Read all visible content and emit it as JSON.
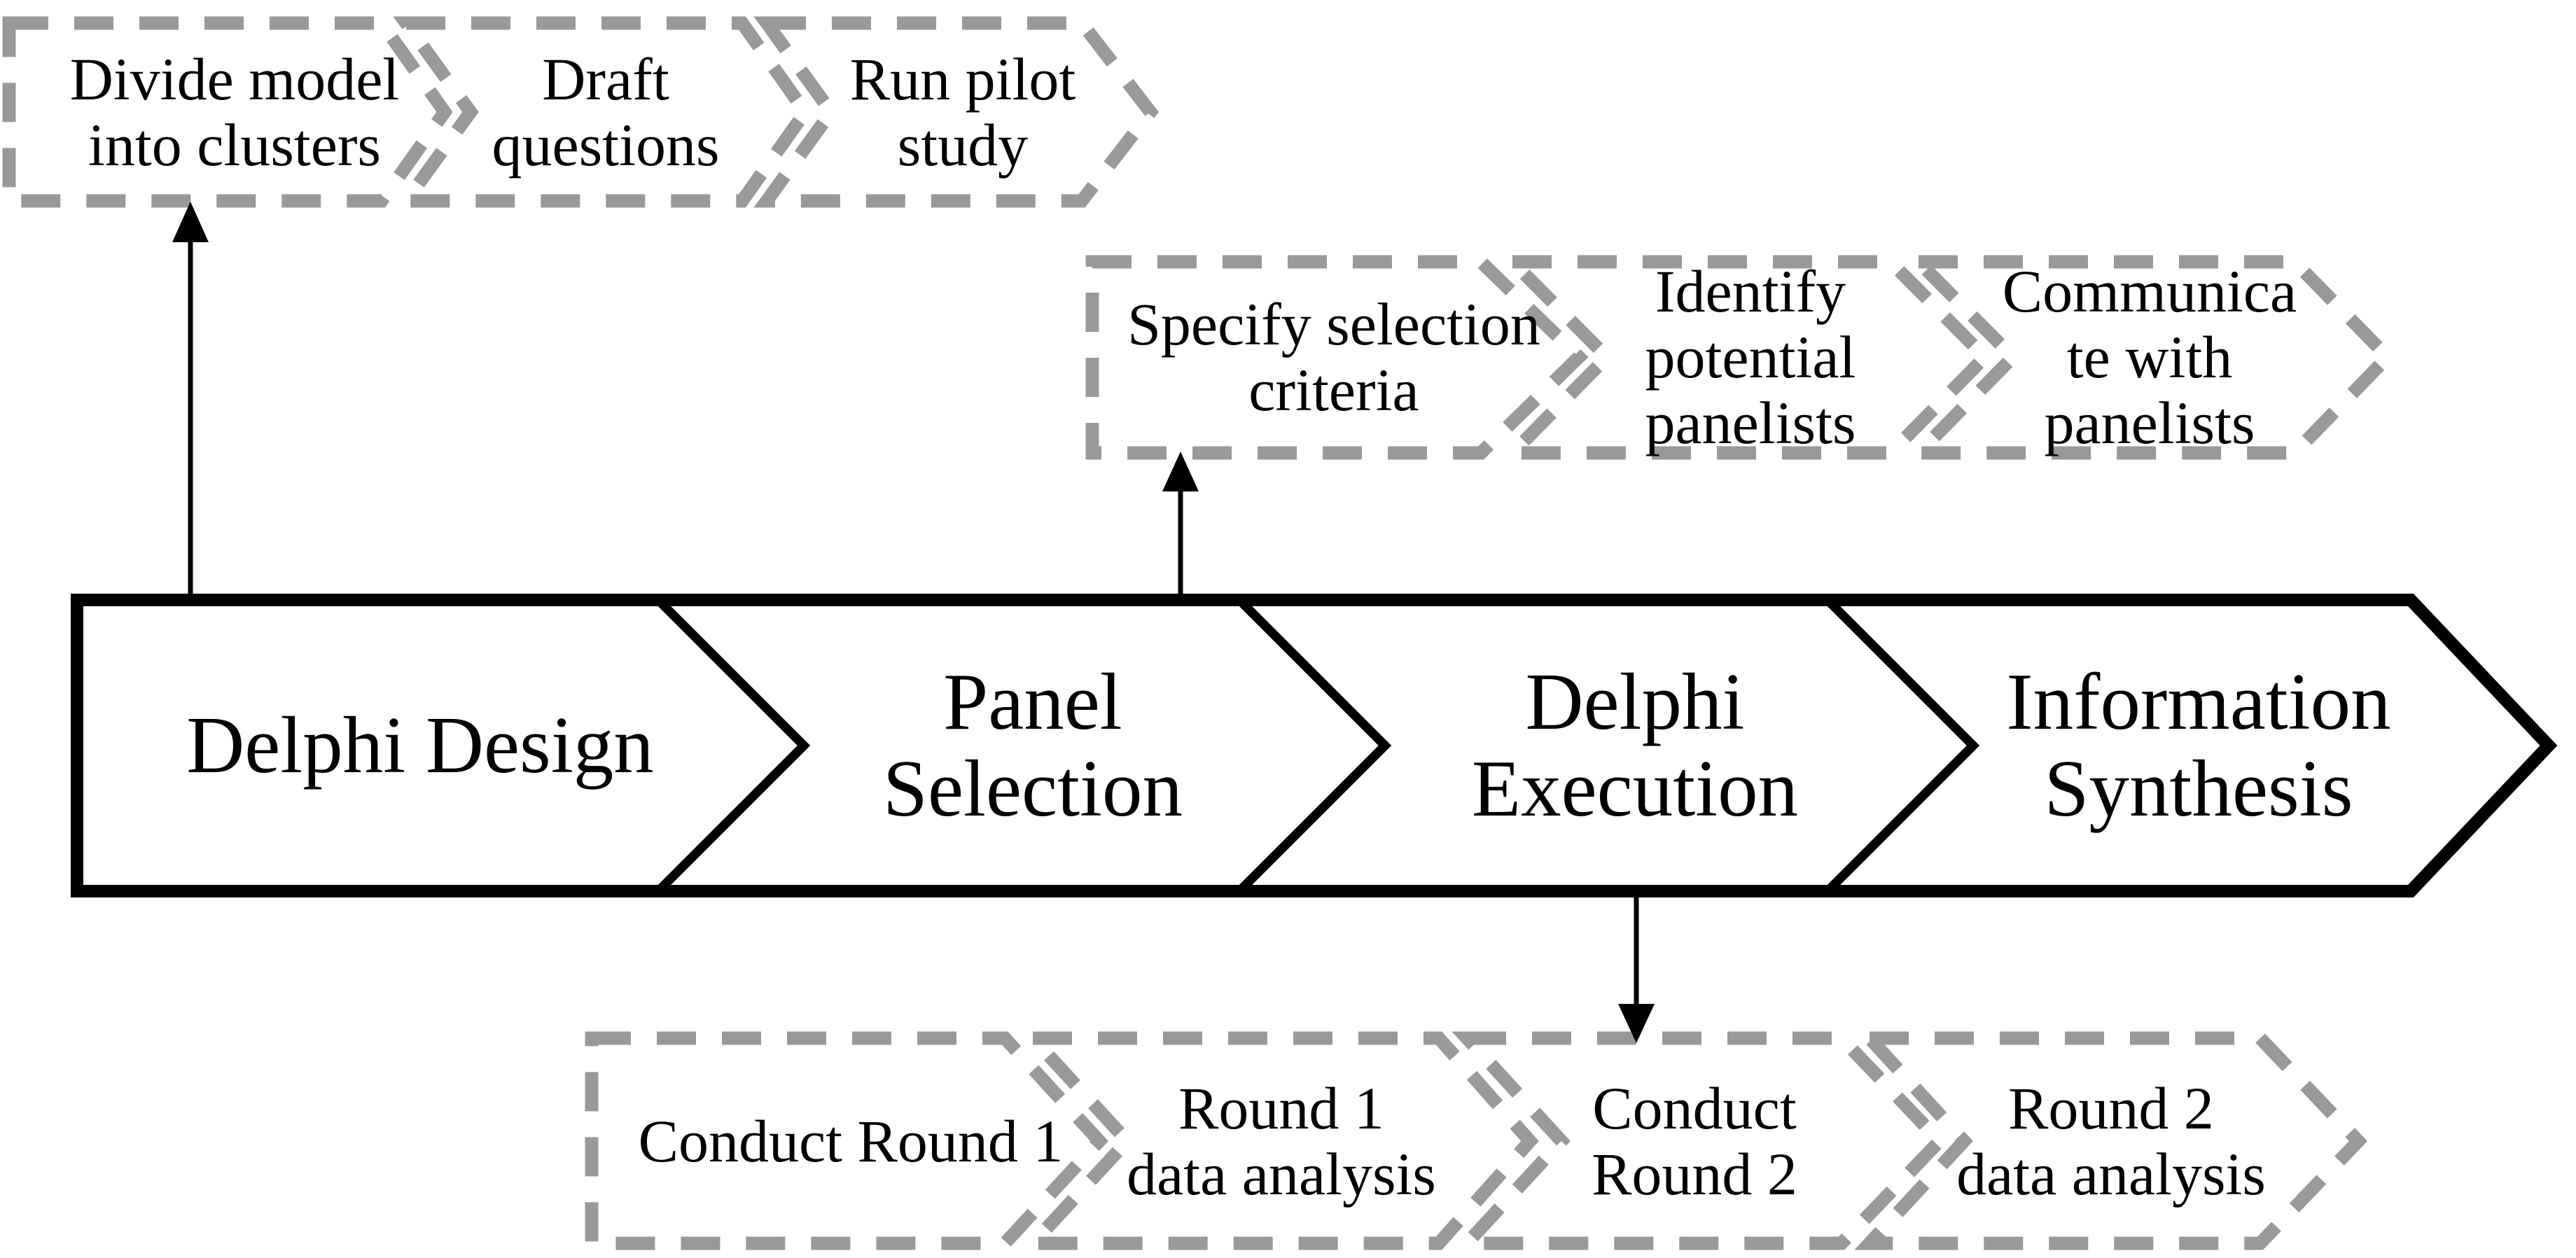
{
  "figure": {
    "type": "process-flow-diagram",
    "background": "#ffffff"
  },
  "colors": {
    "main_outline": "#000000",
    "subprocess_outline": "#999999",
    "text": "#000000",
    "shape_fill": "#ffffff"
  },
  "main_flow": {
    "stages": [
      {
        "label": "Delphi Design",
        "lines": [
          "Delphi Design"
        ]
      },
      {
        "label": "Panel Selection",
        "lines": [
          "Panel",
          "Selection"
        ]
      },
      {
        "label": "Delphi Execution",
        "lines": [
          "Delphi",
          "Execution"
        ]
      },
      {
        "label": "Information Synthesis",
        "lines": [
          "Information",
          "Synthesis"
        ]
      }
    ]
  },
  "subprocess_groups": [
    {
      "attached_to": "Delphi Design",
      "position": "above",
      "steps": [
        {
          "label": "Divide model into clusters",
          "lines": [
            "Divide model",
            "into clusters"
          ]
        },
        {
          "label": "Draft questions",
          "lines": [
            "Draft",
            "questions"
          ]
        },
        {
          "label": "Run pilot study",
          "lines": [
            "Run pilot",
            "study"
          ]
        }
      ]
    },
    {
      "attached_to": "Panel Selection",
      "position": "above",
      "steps": [
        {
          "label": "Specify selection criteria",
          "lines": [
            "Specify selection",
            "criteria"
          ]
        },
        {
          "label": "Identify potential panelists",
          "lines": [
            "Identify",
            "potential",
            "panelists"
          ]
        },
        {
          "label": "Communicate with panelists",
          "lines": [
            "Communica",
            "te with",
            "panelists"
          ]
        }
      ]
    },
    {
      "attached_to": "Delphi Execution",
      "position": "below",
      "steps": [
        {
          "label": "Conduct Round 1",
          "lines": [
            "Conduct Round 1"
          ]
        },
        {
          "label": "Round 1 data analysis",
          "lines": [
            "Round 1",
            "data analysis"
          ]
        },
        {
          "label": "Conduct Round 2",
          "lines": [
            "Conduct",
            "Round 2"
          ]
        },
        {
          "label": "Round 2 data analysis",
          "lines": [
            "Round 2",
            "data analysis"
          ]
        }
      ]
    }
  ],
  "connectors": [
    {
      "from": "Delphi Design",
      "to": "Divide model into clusters group",
      "direction": "up"
    },
    {
      "from": "Panel Selection",
      "to": "Specify selection criteria group",
      "direction": "up"
    },
    {
      "from": "Delphi Execution",
      "to": "Conduct rounds group",
      "direction": "down"
    }
  ]
}
